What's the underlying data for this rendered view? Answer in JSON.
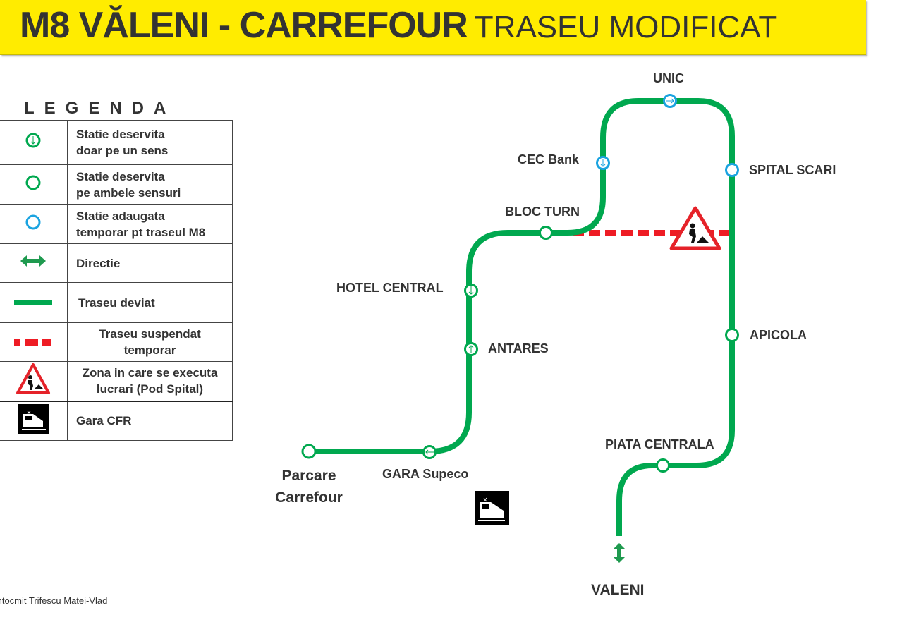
{
  "header": {
    "title": "M8 VĂLENI - CARREFOUR",
    "subtitle": "TRASEU MODIFICAT"
  },
  "legend": {
    "title": "LEGENDA",
    "items": [
      {
        "icon": "one-way-station-icon",
        "line1": "Statie deservita",
        "line2": "doar pe un sens"
      },
      {
        "icon": "two-way-station-icon",
        "line1": "Statie deservita",
        "line2": "pe ambele sensuri"
      },
      {
        "icon": "temporary-station-icon",
        "line1": "Statie adaugata",
        "line2": "temporar pt traseul M8"
      },
      {
        "icon": "direction-arrow-icon",
        "line1": "Directie"
      },
      {
        "icon": "green-line-icon",
        "line1": "Traseu deviat"
      },
      {
        "icon": "red-dashed-line-icon",
        "line1": "Traseu suspendat",
        "line2": "temporar"
      },
      {
        "icon": "roadworks-sign-icon",
        "line1": "Zona in care se executa",
        "line2": "lucrari (Pod Spital)"
      },
      {
        "icon": "train-icon",
        "line1": "Gara CFR"
      }
    ]
  },
  "stations": {
    "unic": "UNIC",
    "cec": "CEC Bank",
    "spital": "SPITAL SCARI",
    "bloc": "BLOC TURN",
    "hotel": "HOTEL CENTRAL",
    "antares": "ANTARES",
    "apicola": "APICOLA",
    "piata": "PIATA CENTRALA",
    "gara": "GARA Supeco",
    "parcare1": "Parcare",
    "parcare2": "Carrefour",
    "valeni": "VALENI"
  },
  "colors": {
    "route": "#00a84f",
    "temporary": "#1aa3e0",
    "suspended": "#ee1c24",
    "banner": "#ffec00"
  },
  "credit": "Intocmit Trifescu Matei-Vlad"
}
